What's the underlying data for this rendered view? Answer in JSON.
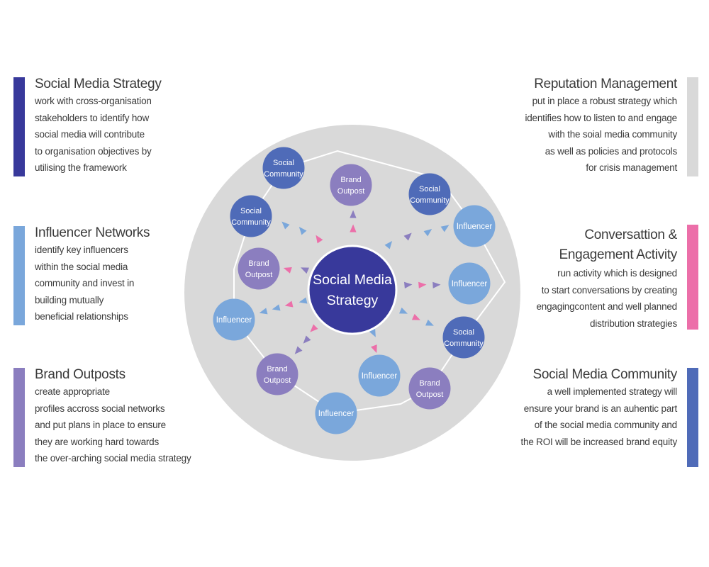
{
  "panels": [
    {
      "title": "Social Media Strategy",
      "color": "#38399b",
      "lines": [
        "work with cross-organisation",
        "stakeholders to identify how",
        "social media will contribute",
        "to organisation objectives by",
        "utilising the framework"
      ]
    },
    {
      "title": "Influencer Networks",
      "color": "#7aa7db",
      "lines": [
        "identify key influencers",
        "within the social media",
        "community and invest in",
        "building mutually",
        "beneficial relationships"
      ]
    },
    {
      "title": "Brand Outposts",
      "color": "#8b7ebf",
      "lines": [
        "create appropriate",
        "profiles accross social networks",
        "and put plans in place to ensure",
        "they are working hard towards",
        "the over-arching social media strategy"
      ]
    },
    {
      "title": "Reputation Management",
      "color": "#d9d9d9",
      "lines": [
        "put in place a robust strategy which",
        "identifies how to listen to and engage",
        "with the soial media community",
        "as well as policies and protocols",
        "for crisis management"
      ]
    },
    {
      "title_lines": [
        "Conversattion &",
        "Engagement Activity"
      ],
      "color": "#ec6fa9",
      "lines": [
        "run activity which is designed",
        "to start conversations by creating",
        "engagingcontent and well planned",
        "distribution strategies"
      ]
    },
    {
      "title": "Social Media Community",
      "color": "#4f6bb8",
      "lines": [
        "a well implemented strategy will",
        "ensure your brand is an auhentic part",
        "of the social media community and",
        "the ROI will be increased brand equity"
      ]
    }
  ],
  "diagram": {
    "center_label_lines": [
      "Social Media",
      "Strategy"
    ],
    "colors": {
      "outer_circle": "#d9d9d9",
      "center": "#38399b",
      "social_community": "#4f6bb8",
      "influencer": "#7aa7db",
      "brand_outpost": "#8b7ebf",
      "arrow_blue": "#7aa7db",
      "arrow_purple": "#8b7ebf",
      "arrow_pink": "#ec6fa9",
      "ring_line": "#ffffff"
    },
    "node_types": {
      "social_community": [
        "Social",
        "Community"
      ],
      "influencer": [
        "Influencer"
      ],
      "brand_outpost": [
        "Brand",
        "Outpost"
      ]
    },
    "nodes": [
      {
        "type": "social_community"
      },
      {
        "type": "brand_outpost"
      },
      {
        "type": "social_community"
      },
      {
        "type": "influencer"
      },
      {
        "type": "brand_outpost"
      },
      {
        "type": "influencer"
      },
      {
        "type": "social_community"
      },
      {
        "type": "influencer"
      },
      {
        "type": "social_community"
      },
      {
        "type": "brand_outpost"
      },
      {
        "type": "influencer"
      },
      {
        "type": "brand_outpost"
      },
      {
        "type": "influencer"
      }
    ]
  }
}
